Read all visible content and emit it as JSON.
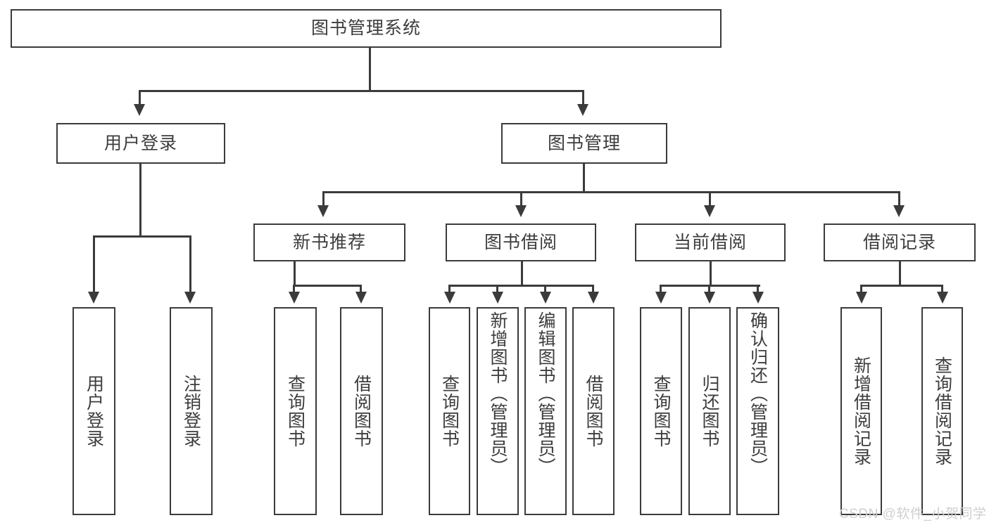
{
  "diagram": {
    "title": "图书管理系统",
    "type": "tree-hierarchy-chart",
    "root": {
      "label": "图书管理系统"
    },
    "level2": [
      {
        "label": "用户登录"
      },
      {
        "label": "图书管理"
      }
    ],
    "level3": [
      {
        "label": "新书推荐"
      },
      {
        "label": "图书借阅"
      },
      {
        "label": "当前借阅"
      },
      {
        "label": "借阅记录"
      }
    ],
    "leaves": {
      "user_login": [
        {
          "label": "用户登录"
        },
        {
          "label": "注销登录"
        }
      ],
      "new_book_recommend": [
        {
          "label": "查询图书"
        },
        {
          "label": "借阅图书"
        }
      ],
      "book_borrow": [
        {
          "label": "查询图书"
        },
        {
          "label": "新增图书（管理员）"
        },
        {
          "label": "编辑图书（管理员）"
        },
        {
          "label": "借阅图书"
        }
      ],
      "current_borrow": [
        {
          "label": "查询图书"
        },
        {
          "label": "归还图书"
        },
        {
          "label": "确认归还（管理员）"
        }
      ],
      "borrow_record": [
        {
          "label": "新增借阅记录"
        },
        {
          "label": "查询借阅记录"
        }
      ]
    }
  },
  "watermark": {
    "text": "CSDN @软件_小贺同学"
  },
  "colors": {
    "stroke": "#3b3b3b",
    "text": "#3d3d3d",
    "background": "#ffffff",
    "watermark": "#cfcfcf"
  }
}
